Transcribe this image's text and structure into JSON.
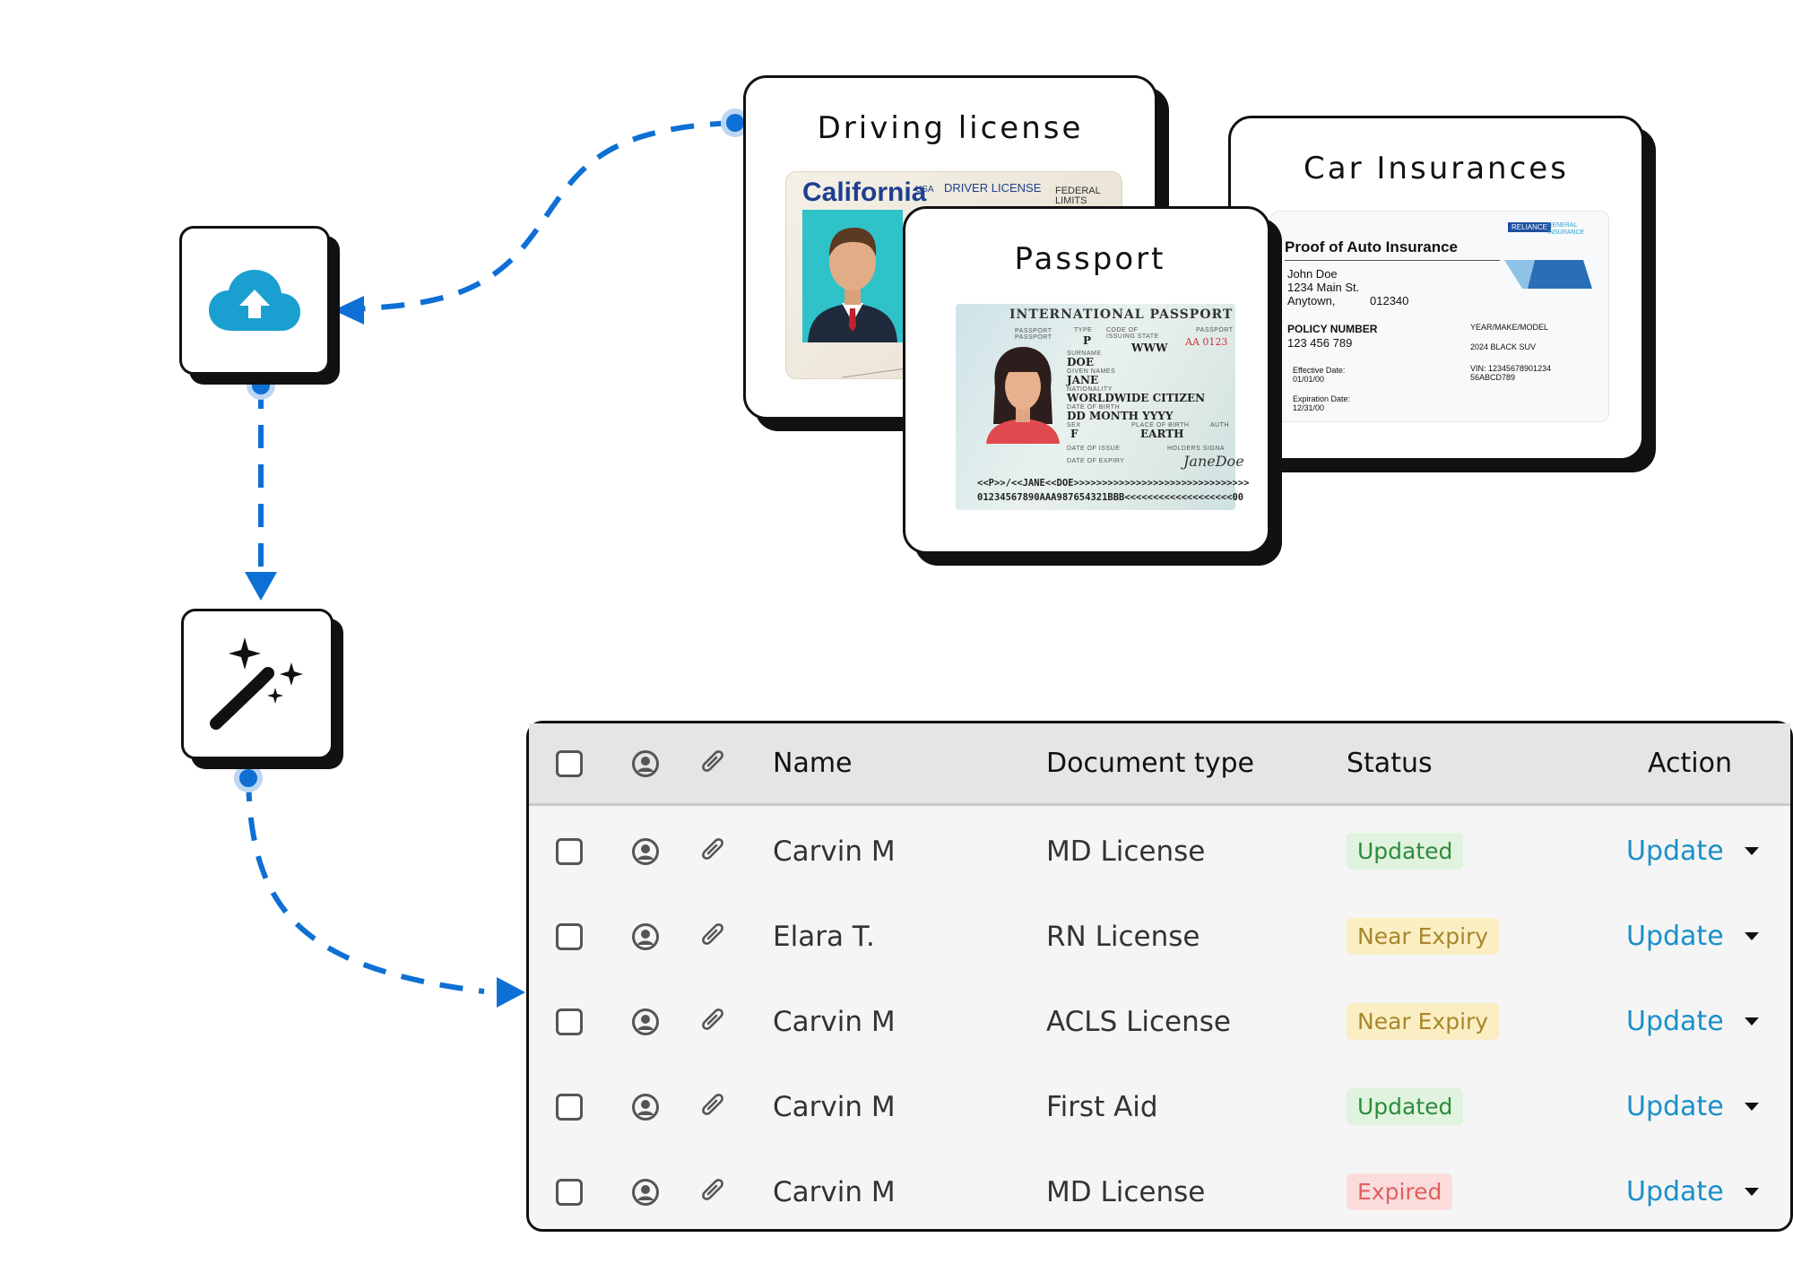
{
  "colors": {
    "connector": "#0e6fd4",
    "cloud": "#1aa0d0",
    "link": "#1a8fc9"
  },
  "steps": [
    {
      "icon": "cloud-upload-icon"
    },
    {
      "icon": "magic-wand-icon"
    }
  ],
  "documents": {
    "driving_license": {
      "title": "Driving license",
      "state": "California",
      "country": "USA",
      "type_label": "DRIVER LICENSE",
      "note": "FEDERAL LIMITS"
    },
    "passport": {
      "title": "Passport",
      "header": "INTERNATIONAL PASSPORT",
      "labels": {
        "passport": "PASSPORT PASSPORT",
        "type": "TYPE",
        "code": "CODE OF ISSUING STATE",
        "passport_no": "PASSPORT",
        "surname": "SURNAME",
        "given": "GIVEN NAMES",
        "nationality": "NATIONALITY",
        "dob": "DATE OF BIRTH",
        "sex": "SEX",
        "pob": "PLACE OF BIRTH",
        "auth": "AUTH",
        "issue": "DATE OF ISSUE",
        "signature": "HOLDERS SIGNA",
        "expiry": "DATE OF EXPIRY"
      },
      "values": {
        "type": "P",
        "code": "WWW",
        "number": "AA 0123",
        "surname": "DOE",
        "given": "JANE",
        "nationality": "WORLDWIDE CITIZEN",
        "dob": "DD MONTH YYYY",
        "sex": "F",
        "pob": "EARTH",
        "signature": "JaneDoe"
      },
      "mrz": [
        "<<P>>/<<JANE<<DOE>>>>>>>>>>>>>>>>>>>>>>>>>>>>>>>",
        "01234567890AAA987654321BBB<<<<<<<<<<<<<<<<<<<00"
      ]
    },
    "car_insurance": {
      "title": "Car Insurances",
      "heading": "Proof of Auto Insurance",
      "brand": "RELIANCE",
      "brand_sub": "GENERAL INSURANCE",
      "name": "John Doe",
      "address1": "1234 Main St.",
      "address2": "Anytown,",
      "zip": "012340",
      "policy_label": "POLICY NUMBER",
      "policy": "123 456 789",
      "ymm_label": "YEAR/MAKE/MODEL",
      "ymm": "2024 BLACK SUV",
      "effective_label": "Effective Date:",
      "effective": "01/01/00",
      "vin_label": "VIN: 12345678901234",
      "vin2": "56ABCD789",
      "expiration_label": "Expiration Date:",
      "expiration": "12/31/00"
    }
  },
  "table": {
    "columns": {
      "name": "Name",
      "doc_type": "Document type",
      "status": "Status",
      "action": "Action"
    },
    "rows": [
      {
        "name": "Carvin M",
        "doc_type": "MD License",
        "status": "Updated",
        "status_kind": "updated",
        "action": "Update"
      },
      {
        "name": "Elara T.",
        "doc_type": "RN License",
        "status": "Near Expiry",
        "status_kind": "near",
        "action": "Update"
      },
      {
        "name": "Carvin M",
        "doc_type": "ACLS License",
        "status": "Near Expiry",
        "status_kind": "near",
        "action": "Update"
      },
      {
        "name": "Carvin M",
        "doc_type": "First Aid",
        "status": "Updated",
        "status_kind": "updated",
        "action": "Update"
      },
      {
        "name": "Carvin M",
        "doc_type": "MD License",
        "status": "Expired",
        "status_kind": "expired",
        "action": "Update"
      }
    ],
    "status_colors": {
      "updated": {
        "bg": "#dff3de",
        "fg": "#2f8a3c"
      },
      "near": {
        "bg": "#fbeec3",
        "fg": "#a8862c"
      },
      "expired": {
        "bg": "#fbdcdc",
        "fg": "#e06060"
      }
    }
  }
}
